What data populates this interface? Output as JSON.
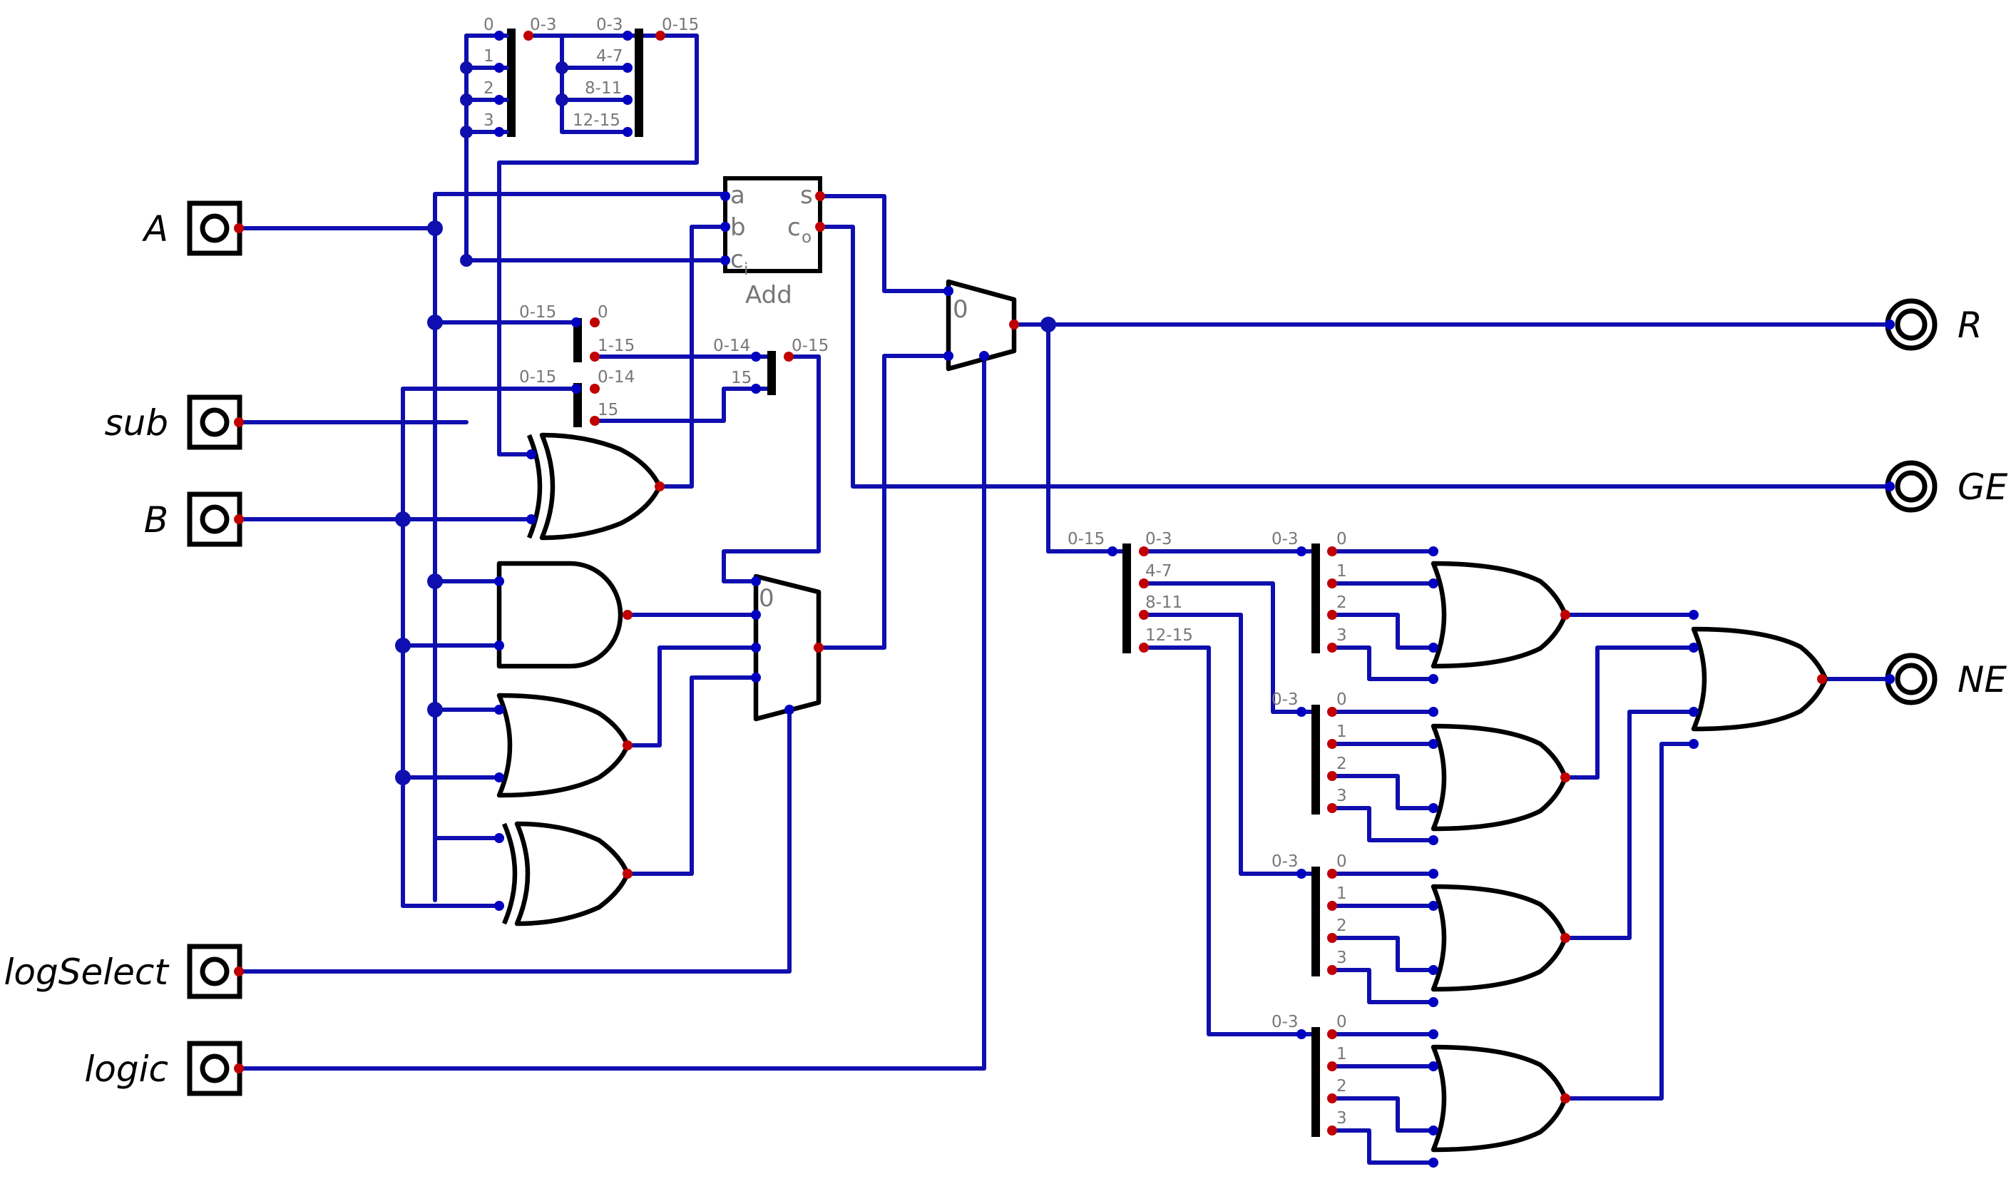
{
  "inputs": [
    {
      "id": "A",
      "label": "A"
    },
    {
      "id": "sub",
      "label": "sub"
    },
    {
      "id": "B",
      "label": "B"
    },
    {
      "id": "logSelect",
      "label": "logSelect"
    },
    {
      "id": "logic",
      "label": "logic"
    }
  ],
  "outputs": [
    {
      "id": "R",
      "label": "R"
    },
    {
      "id": "GE",
      "label": "GE"
    },
    {
      "id": "NE",
      "label": "NE"
    }
  ],
  "adder": {
    "label": "Add",
    "ports": {
      "a": "a",
      "b": "b",
      "ci_main": "c",
      "ci_sub": "i",
      "s": "s",
      "co_main": "c",
      "co_sub": "o"
    }
  },
  "mux_label": "0",
  "top_splitter_a": {
    "in": "0-3",
    "bits": [
      "0",
      "1",
      "2",
      "3"
    ]
  },
  "top_splitter_b": {
    "in": "0-15",
    "bits": [
      "0-3",
      "4-7",
      "8-11",
      "12-15"
    ]
  },
  "shift_split_1": {
    "in": "0-15",
    "out": [
      "0",
      "1-15"
    ]
  },
  "shift_split_2": {
    "in": "0-15",
    "out": [
      "0-14",
      "15"
    ]
  },
  "shift_join": {
    "in": [
      "0-14",
      "15"
    ],
    "out": "0-15"
  },
  "ne_splitter": {
    "in": "0-15",
    "out": [
      "0-3",
      "4-7",
      "8-11",
      "12-15"
    ]
  },
  "nibble_splitter": {
    "in": "0-3",
    "bits": [
      "0",
      "1",
      "2",
      "3"
    ]
  }
}
